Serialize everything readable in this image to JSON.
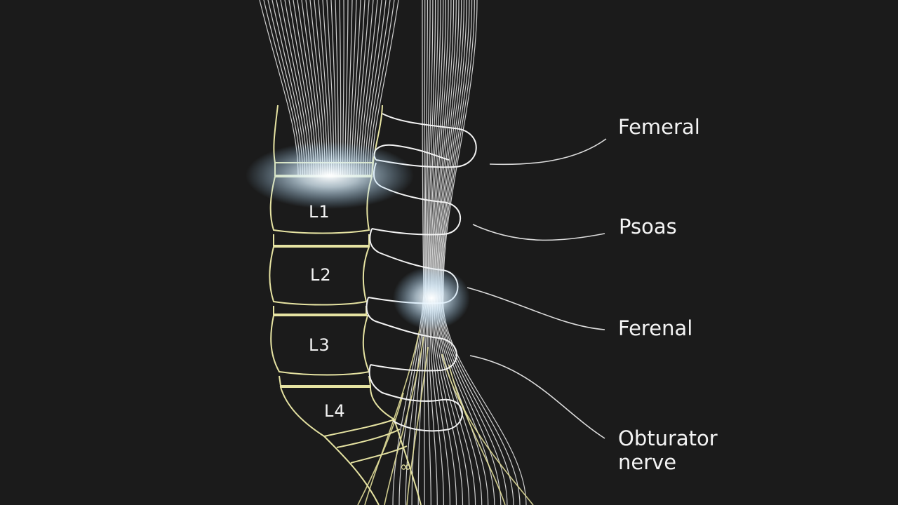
{
  "diagram": {
    "vertebra_labels": [
      "L1",
      "L2",
      "L3",
      "L4",
      "∞"
    ],
    "callouts": [
      {
        "id": "femeral",
        "text": "Femeral"
      },
      {
        "id": "psoas",
        "text": "Psoas"
      },
      {
        "id": "ferenal",
        "text": "Ferenal"
      },
      {
        "id": "obturator",
        "lines": [
          "Obturator",
          "nerve"
        ]
      }
    ],
    "colors": {
      "background": "#1b1b1b",
      "vertebra_outline": "#e6e3a2",
      "nerve_fibers": "#eeeeee",
      "glow": "#ffffff",
      "text": "#f4f4f4"
    }
  }
}
